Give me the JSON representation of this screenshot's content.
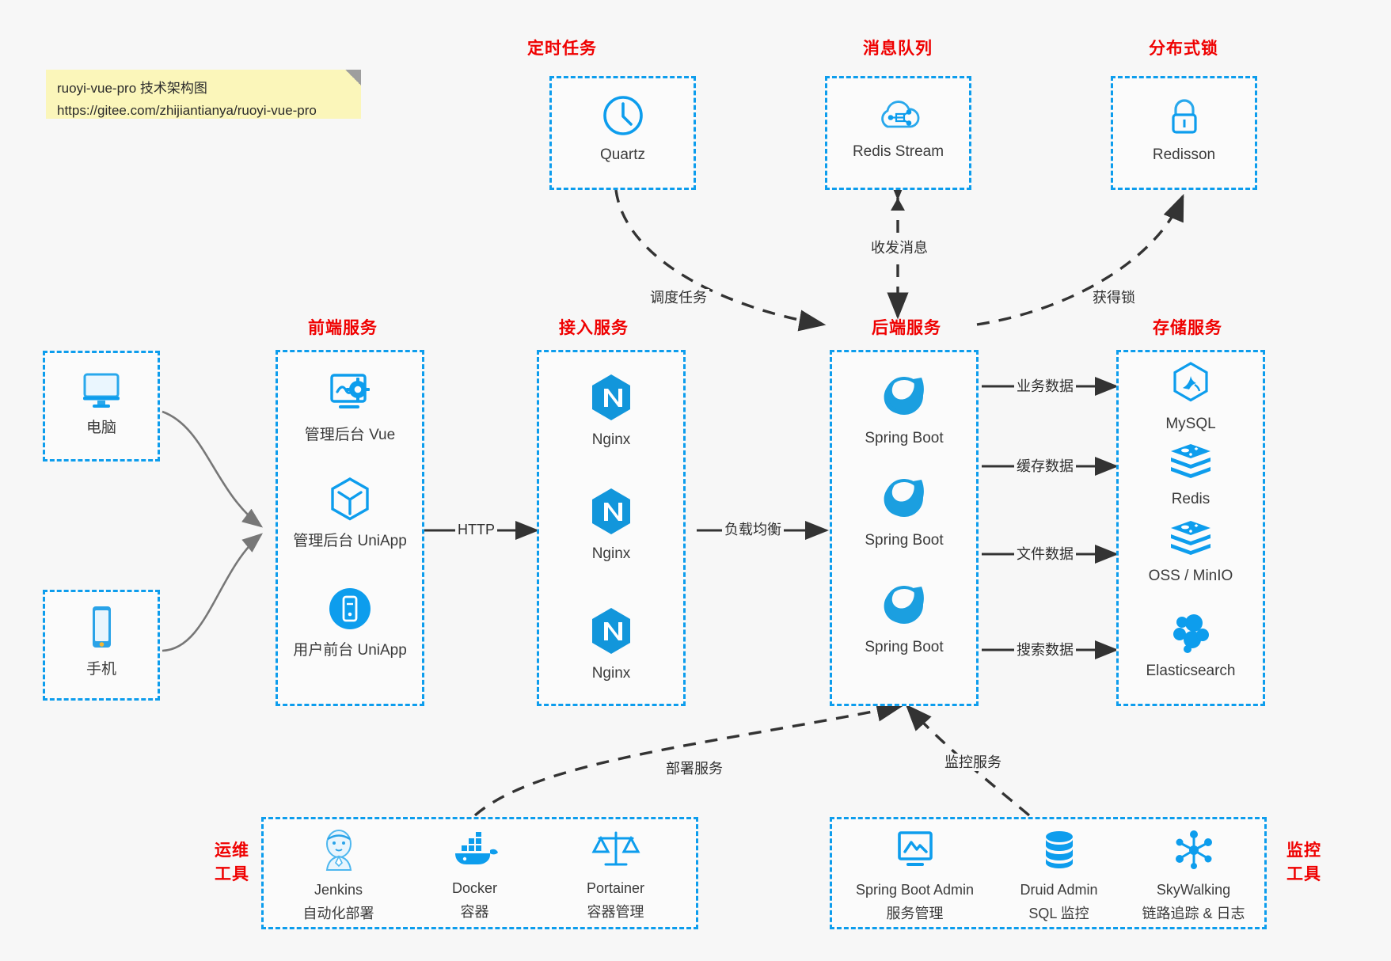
{
  "note": {
    "line1": "ruoyi-vue-pro 技术架构图",
    "line2": "https://gitee.com/zhijiantianya/ruoyi-vue-pro"
  },
  "colors": {
    "accent": "#0d9ded",
    "title": "#ef0000",
    "background": "#f7f7f7",
    "note": "#fbf6ba",
    "edge": "#333333"
  },
  "groups": {
    "scheduled_task": {
      "title": "定时任务",
      "items": [
        {
          "label": "Quartz",
          "icon": "clock-icon"
        }
      ]
    },
    "message_queue": {
      "title": "消息队列",
      "items": [
        {
          "label": "Redis Stream",
          "icon": "cloud-stream-icon"
        }
      ]
    },
    "distributed_lock": {
      "title": "分布式锁",
      "items": [
        {
          "label": "Redisson",
          "icon": "lock-icon"
        }
      ]
    },
    "clients": {
      "items": [
        {
          "label": "电脑",
          "icon": "desktop-icon"
        },
        {
          "label": "手机",
          "icon": "phone-icon"
        }
      ]
    },
    "frontend": {
      "title": "前端服务",
      "items": [
        {
          "label": "管理后台 Vue",
          "icon": "dashboard-gear-icon"
        },
        {
          "label": "管理后台 UniApp",
          "icon": "cube-icon"
        },
        {
          "label": "用户前台 UniApp",
          "icon": "mobile-app-icon"
        }
      ]
    },
    "gateway": {
      "title": "接入服务",
      "items": [
        {
          "label": "Nginx",
          "icon": "nginx-icon"
        },
        {
          "label": "Nginx",
          "icon": "nginx-icon"
        },
        {
          "label": "Nginx",
          "icon": "nginx-icon"
        }
      ]
    },
    "backend": {
      "title": "后端服务",
      "items": [
        {
          "label": "Spring Boot",
          "icon": "spring-boot-icon"
        },
        {
          "label": "Spring Boot",
          "icon": "spring-boot-icon"
        },
        {
          "label": "Spring Boot",
          "icon": "spring-boot-icon"
        }
      ]
    },
    "storage": {
      "title": "存储服务",
      "items": [
        {
          "label": "MySQL",
          "icon": "mysql-icon"
        },
        {
          "label": "Redis",
          "icon": "redis-icon"
        },
        {
          "label": "OSS / MinIO",
          "icon": "oss-minio-icon"
        },
        {
          "label": "Elasticsearch",
          "icon": "elasticsearch-icon"
        }
      ]
    },
    "devops": {
      "title_line1": "运维",
      "title_line2": "工具",
      "items": [
        {
          "name": "Jenkins",
          "desc": "自动化部署",
          "icon": "jenkins-icon"
        },
        {
          "name": "Docker",
          "desc": "容器",
          "icon": "docker-icon"
        },
        {
          "name": "Portainer",
          "desc": "容器管理",
          "icon": "scales-icon"
        }
      ]
    },
    "monitoring": {
      "title_line1": "监控",
      "title_line2": "工具",
      "items": [
        {
          "name": "Spring Boot Admin",
          "desc": "服务管理",
          "icon": "monitor-chart-icon"
        },
        {
          "name": "Druid Admin",
          "desc": "SQL 监控",
          "icon": "database-icon"
        },
        {
          "name": "SkyWalking",
          "desc": "链路追踪 & 日志",
          "icon": "skywalking-icon"
        }
      ]
    }
  },
  "edges": [
    {
      "id": "schedule-task",
      "label": "调度任务"
    },
    {
      "id": "send-receive",
      "label": "收发消息"
    },
    {
      "id": "acquire-lock",
      "label": "获得锁"
    },
    {
      "id": "http",
      "label": "HTTP"
    },
    {
      "id": "load-balance",
      "label": "负载均衡"
    },
    {
      "id": "business-data",
      "label": "业务数据"
    },
    {
      "id": "cache-data",
      "label": "缓存数据"
    },
    {
      "id": "file-data",
      "label": "文件数据"
    },
    {
      "id": "search-data",
      "label": "搜索数据"
    },
    {
      "id": "deploy-service",
      "label": "部署服务"
    },
    {
      "id": "monitor-service",
      "label": "监控服务"
    }
  ]
}
